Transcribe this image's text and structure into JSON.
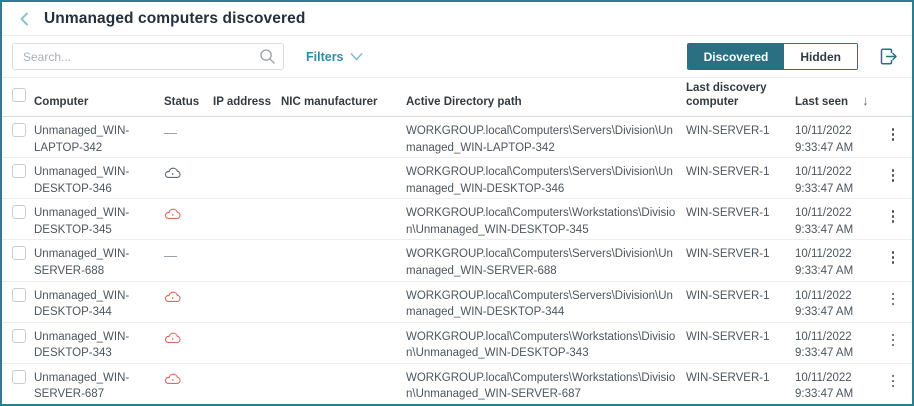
{
  "accent_color": "#2a7082",
  "border_color": "#2e7d8f",
  "status_red_color": "#dd6b64",
  "status_gray_color": "#5e6973",
  "titlebar": {
    "back_icon": "chevron-left-icon",
    "title": "Unmanaged computers discovered"
  },
  "toolbar": {
    "search_placeholder": "Search...",
    "search_value": "",
    "search_icon": "magnifier-icon",
    "filters_label": "Filters",
    "filters_chevron_icon": "chevron-down-icon",
    "discovered_label": "Discovered",
    "hidden_label": "Hidden",
    "active_toggle": "Discovered",
    "export_icon": "export-icon"
  },
  "table": {
    "columns": {
      "computer": "Computer",
      "status": "Status",
      "ip": "IP address",
      "nic": "NIC manufacturer",
      "ad_path": "Active Directory path",
      "last_discovery": "Last discovery computer",
      "last_seen": "Last seen"
    },
    "sort": {
      "column": "Last seen",
      "direction": "desc",
      "icon": "sort-desc-arrow-icon",
      "glyph": "↓"
    },
    "rows": [
      {
        "computer": "Unmanaged_WIN-LAPTOP-342",
        "status": "dash",
        "ip": "",
        "nic": "",
        "ad_path": "WORKGROUP.local\\Computers\\Servers\\Division\\Unmanaged_WIN-LAPTOP-342",
        "last_discovery": "WIN-SERVER-1",
        "last_seen_date": "10/11/2022",
        "last_seen_time": "9:33:47 AM"
      },
      {
        "computer": "Unmanaged_WIN-DESKTOP-346",
        "status": "cloud-gray",
        "ip": "",
        "nic": "",
        "ad_path": "WORKGROUP.local\\Computers\\Servers\\Division\\Unmanaged_WIN-DESKTOP-346",
        "last_discovery": "WIN-SERVER-1",
        "last_seen_date": "10/11/2022",
        "last_seen_time": "9:33:47 AM"
      },
      {
        "computer": "Unmanaged_WIN-DESKTOP-345",
        "status": "cloud-red",
        "ip": "",
        "nic": "",
        "ad_path": "WORKGROUP.local\\Computers\\Workstations\\Division\\Unmanaged_WIN-DESKTOP-345",
        "last_discovery": "WIN-SERVER-1",
        "last_seen_date": "10/11/2022",
        "last_seen_time": "9:33:47 AM"
      },
      {
        "computer": "Unmanaged_WIN-SERVER-688",
        "status": "dash",
        "ip": "",
        "nic": "",
        "ad_path": "WORKGROUP.local\\Computers\\Servers\\Division\\Unmanaged_WIN-SERVER-688",
        "last_discovery": "WIN-SERVER-1",
        "last_seen_date": "10/11/2022",
        "last_seen_time": "9:33:47 AM"
      },
      {
        "computer": "Unmanaged_WIN-DESKTOP-344",
        "status": "cloud-red",
        "ip": "",
        "nic": "",
        "ad_path": "WORKGROUP.local\\Computers\\Servers\\Division\\Unmanaged_WIN-DESKTOP-344",
        "last_discovery": "WIN-SERVER-1",
        "last_seen_date": "10/11/2022",
        "last_seen_time": "9:33:47 AM"
      },
      {
        "computer": "Unmanaged_WIN-DESKTOP-343",
        "status": "cloud-red",
        "ip": "",
        "nic": "",
        "ad_path": "WORKGROUP.local\\Computers\\Workstations\\Division\\Unmanaged_WIN-DESKTOP-343",
        "last_discovery": "WIN-SERVER-1",
        "last_seen_date": "10/11/2022",
        "last_seen_time": "9:33:47 AM"
      },
      {
        "computer": "Unmanaged_WIN-SERVER-687",
        "status": "cloud-red",
        "ip": "",
        "nic": "",
        "ad_path": "WORKGROUP.local\\Computers\\Workstations\\Division\\Unmanaged_WIN-SERVER-687",
        "last_discovery": "WIN-SERVER-1",
        "last_seen_date": "10/11/2022",
        "last_seen_time": "9:33:47 AM"
      }
    ]
  }
}
